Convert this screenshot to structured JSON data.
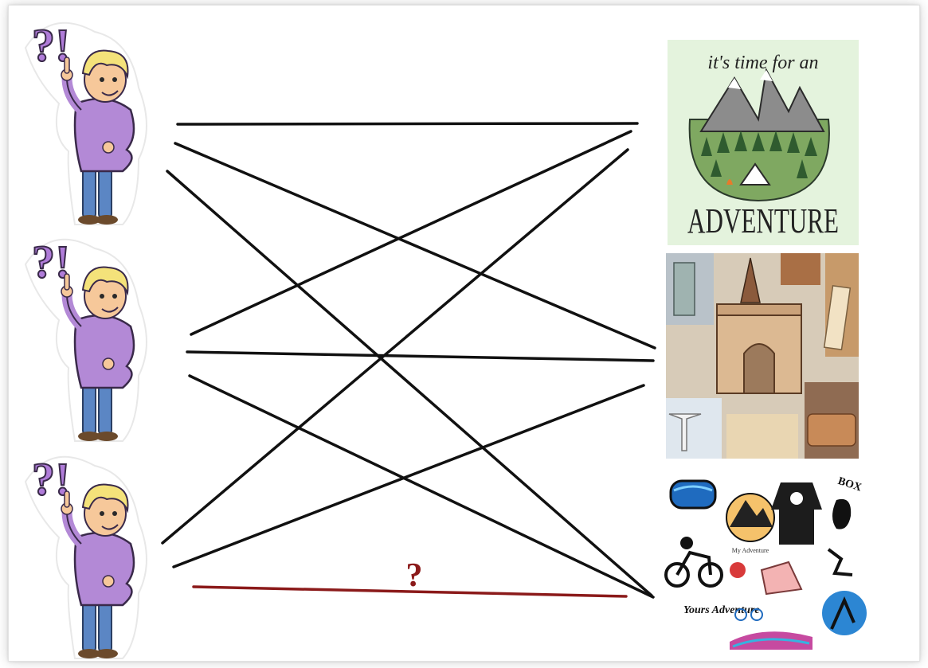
{
  "colors": {
    "line": "#111111",
    "answer_line": "#8b1a1a",
    "question_mark": "#8b1a1a",
    "boy_shirt": "#b389d6",
    "boy_hair": "#f4e27a",
    "boy_pants": "#5b86c4",
    "punctuation": "#b07cd9",
    "forest_bg": "#e4f3dd",
    "mountain": "#8c8c8c",
    "meadow": "#7fa861",
    "tree": "#2f5b2f"
  },
  "people": [
    {
      "name": "thinking-boy-1",
      "badge": "?!"
    },
    {
      "name": "thinking-boy-2",
      "badge": "?!"
    },
    {
      "name": "thinking-boy-3",
      "badge": "?!"
    }
  ],
  "pictures": [
    {
      "name": "adventure-poster",
      "caption_top": "it's time for an",
      "caption_main": "ADVENTURE"
    },
    {
      "name": "landmarks-collage",
      "caption_top": "",
      "caption_main": ""
    },
    {
      "name": "extreme-sports-stickers",
      "caption_top": "",
      "caption_main": ""
    }
  ],
  "sticker_texts": {
    "badge": "My Adventure",
    "box": "BOX",
    "script": "Yours Adventure"
  },
  "answer_mark": "?"
}
